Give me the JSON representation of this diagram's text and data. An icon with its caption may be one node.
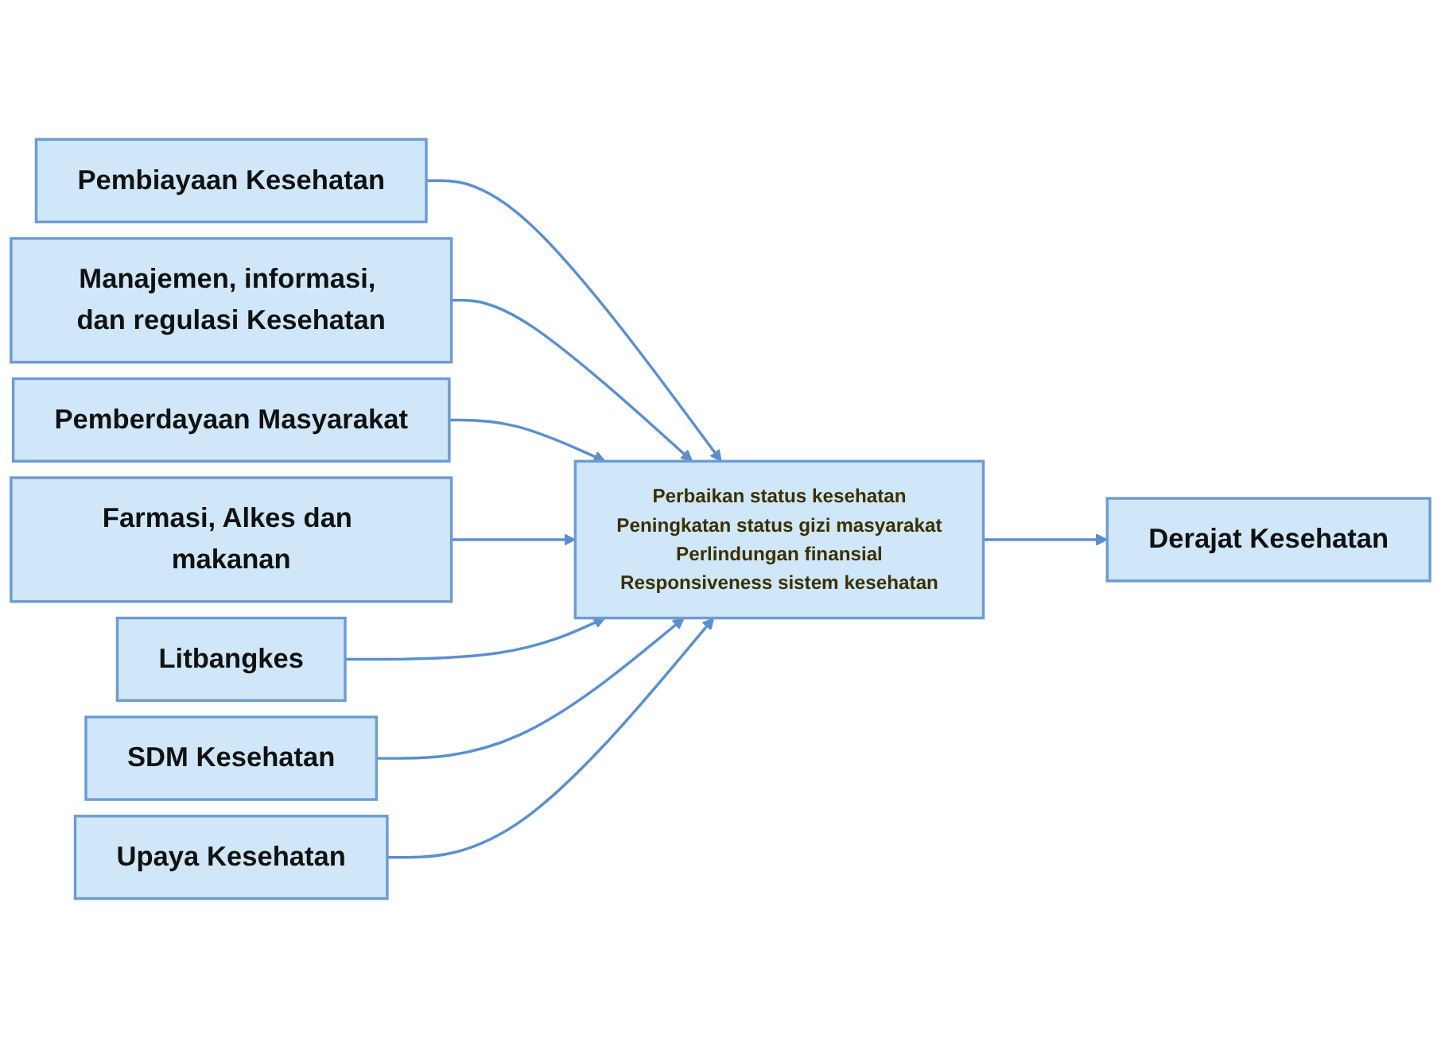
{
  "diagram": {
    "nodes": [
      {
        "text": [
          "Pembiayaan Kesehatan"
        ]
      },
      {
        "text": [
          "Manajemen, informasi, dan regulasi Kesehatan"
        ]
      },
      {
        "text": [
          "Pemberdayaan Masyarakat"
        ]
      },
      {
        "text": [
          "Farmasi, Alkes dan makanan"
        ]
      },
      {
        "text": [
          "Litbangkes"
        ]
      },
      {
        "text": [
          "SDM Kesehatan"
        ]
      },
      {
        "text": [
          "Upaya Kesehatan"
        ]
      },
      {
        "text": [
          "Perbaikan status kesehatan",
          "Peningkatan status gizi masyarakat",
          "Perlindungan finansial",
          "Responsiveness sistem kesehatan"
        ]
      },
      {
        "text": [
          "Derajat Kesehatan"
        ]
      }
    ],
    "edges": [
      {
        "from": 0,
        "to": 7,
        "arrow": "to"
      },
      {
        "from": 1,
        "to": 7,
        "arrow": "to"
      },
      {
        "from": 2,
        "to": 7,
        "arrow": "to"
      },
      {
        "from": 3,
        "to": 7,
        "arrow": "to"
      },
      {
        "from": 4,
        "to": 7,
        "arrow": "to"
      },
      {
        "from": 5,
        "to": 7,
        "arrow": "to"
      },
      {
        "from": 6,
        "to": 7,
        "arrow": "to"
      },
      {
        "from": 7,
        "to": 8,
        "arrow": "to"
      }
    ]
  }
}
